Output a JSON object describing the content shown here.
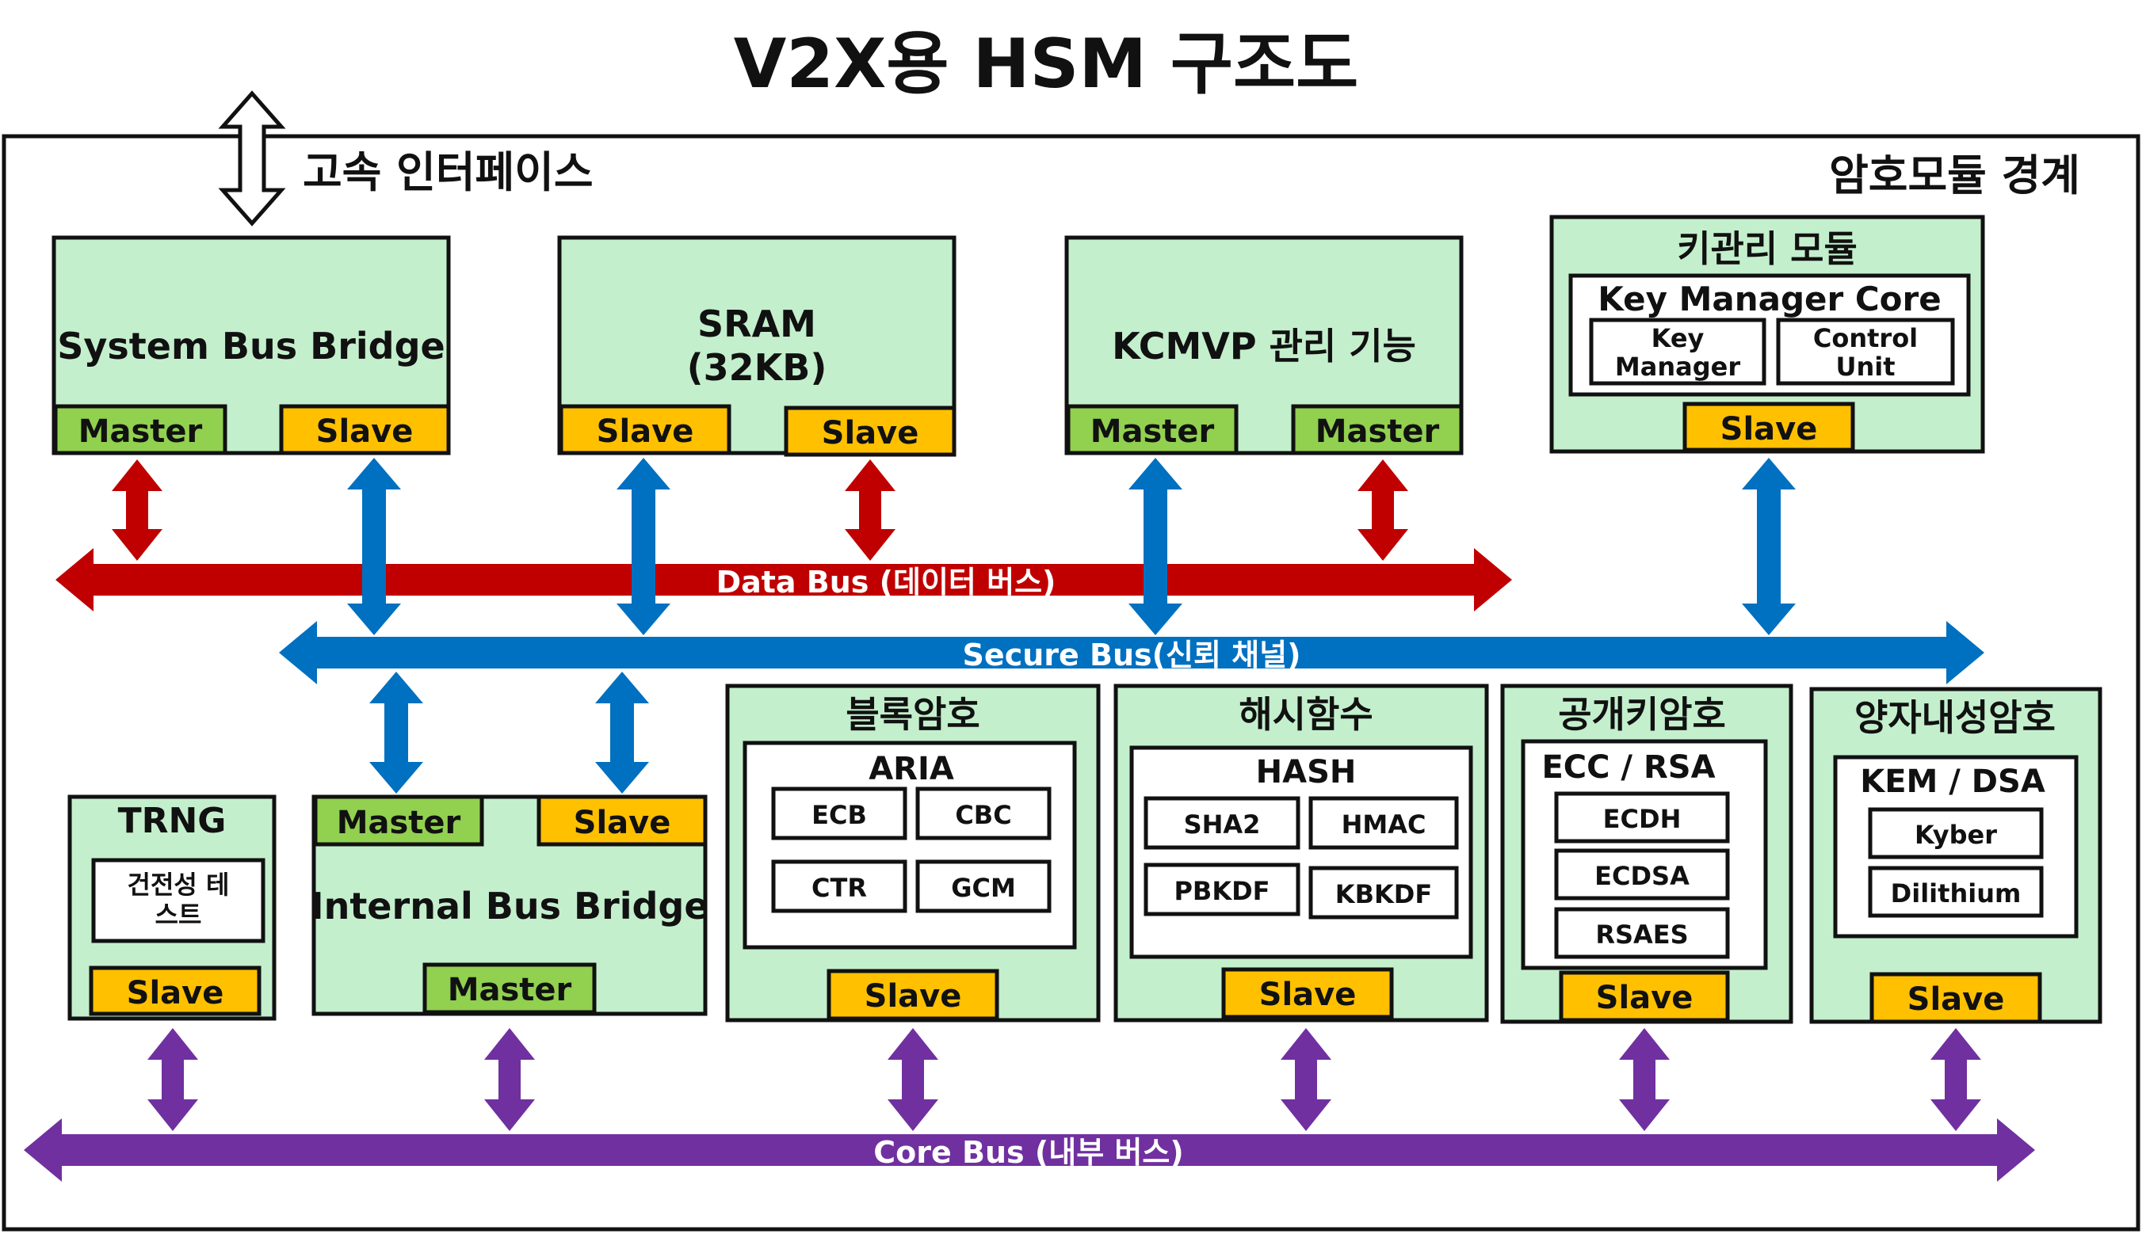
{
  "title": "V2X용 HSM 구조도",
  "boundary_label": "암호모듈 경계",
  "high_speed_interface_label": "고속 인터페이스",
  "buses": {
    "data": "Data Bus (데이터 버스)",
    "secure": "Secure Bus(신뢰 채널)",
    "core": "Core Bus (내부 버스)"
  },
  "blocks": {
    "system_bus_bridge": {
      "title": "System Bus Bridge",
      "ports": [
        "Master",
        "Slave"
      ]
    },
    "sram": {
      "title_line1": "SRAM",
      "title_line2": "(32KB)",
      "ports": [
        "Slave",
        "Slave"
      ]
    },
    "kcmvp": {
      "title": "KCMVP 관리 기능",
      "ports": [
        "Master",
        "Master"
      ]
    },
    "key_mgmt": {
      "title": "키관리 모듈",
      "core": "Key Manager Core",
      "sub1_line1": "Key",
      "sub1_line2": "Manager",
      "sub2_line1": "Control",
      "sub2_line2": "Unit",
      "port": "Slave"
    },
    "trng": {
      "title": "TRNG",
      "test_line1": "건전성 테",
      "test_line2": "스트",
      "port": "Slave"
    },
    "internal_bus_bridge": {
      "title": "Internal Bus Bridge",
      "ports": [
        "Master",
        "Slave",
        "Master"
      ]
    },
    "block_cipher": {
      "title": "블록암호",
      "inner_title": "ARIA",
      "modes": [
        "ECB",
        "CBC",
        "CTR",
        "GCM"
      ],
      "port": "Slave"
    },
    "hash": {
      "title": "해시함수",
      "inner_title": "HASH",
      "algos": [
        "SHA2",
        "HMAC",
        "PBKDF",
        "KBKDF"
      ],
      "port": "Slave"
    },
    "pubkey": {
      "title": "공개키암호",
      "inner_title": "ECC / RSA",
      "algos": [
        "ECDH",
        "ECDSA",
        "RSAES"
      ],
      "port": "Slave"
    },
    "pqc": {
      "title": "양자내성암호",
      "inner_title": "KEM / DSA",
      "algos": [
        "Kyber",
        "Dilithium"
      ],
      "port": "Slave"
    }
  },
  "colors": {
    "block_fill": "#c4efcd",
    "master_fill": "#92d050",
    "slave_fill": "#ffc000",
    "data_bus": "#c00000",
    "secure_bus": "#0070c0",
    "core_bus": "#7030a0"
  }
}
